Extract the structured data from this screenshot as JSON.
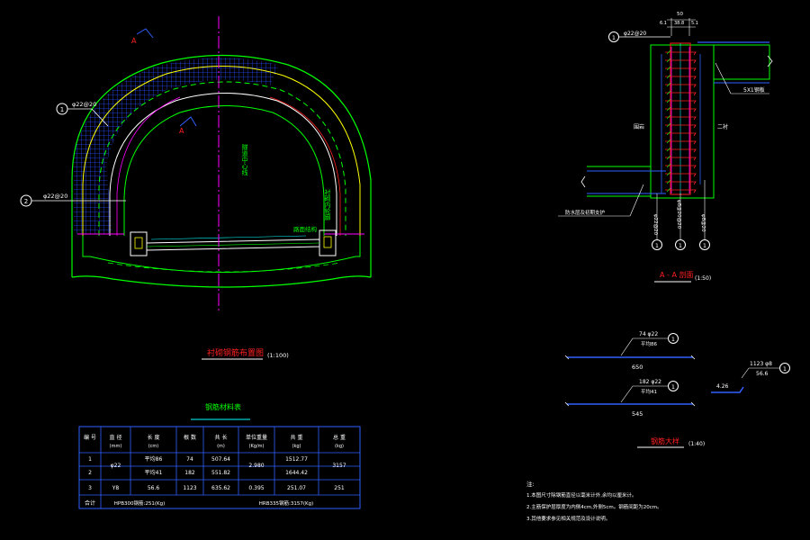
{
  "left_view": {
    "title": "衬砌钢筋布置图",
    "scale": "(1:100)",
    "callout1": {
      "num": "1",
      "label": "φ22@20"
    },
    "callout2": {
      "num": "2",
      "label": "φ22@20"
    },
    "section_mark_top": "A",
    "section_mark_mid": "A",
    "center_note": "隧道中心线",
    "right_note": "衬砌内轮廓",
    "road_note": "路面结构"
  },
  "section_view": {
    "title": "A - A 剖面",
    "scale": "(1:50)",
    "dim_top": "50",
    "dim_a": "6.1",
    "dim_b": "38.8",
    "dim_c": "5.1",
    "callout": "φ22@20",
    "label_left": "围岩",
    "label_right": "二衬",
    "label_box": "5X1钢板",
    "label_bottom": "防水层及初期支护",
    "bar_labels": [
      "φ22@20",
      "φ8@20@20",
      "φ8@20"
    ],
    "bar_nums": [
      "1",
      "1",
      "1"
    ]
  },
  "rebar_detail": {
    "title": "钢筋大样",
    "scale": "(1:40)",
    "bar1": {
      "top": "74 φ22",
      "sub": "平均86",
      "len": "650",
      "num": "1"
    },
    "bar2": {
      "top": "182 φ22",
      "sub": "平均41",
      "len": "545",
      "num": "1"
    },
    "bar3": {
      "top": "1123 φ8",
      "sub": "56.6",
      "hook": "4.26",
      "num": "1"
    }
  },
  "table": {
    "title": "钢筋材料表",
    "headers": [
      [
        "编 号",
        ""
      ],
      [
        "直 径",
        "(mm)"
      ],
      [
        "长 度",
        "(cm)"
      ],
      [
        "根 数",
        ""
      ],
      [
        "共 长",
        "(m)"
      ],
      [
        "单位重量",
        "(Kg/m)"
      ],
      [
        "共 重",
        "(kg)"
      ],
      [
        "总 重",
        "(kg)"
      ]
    ],
    "rows": [
      [
        "1",
        "φ22",
        "平均86",
        "74",
        "507.64",
        "2.980",
        "1512.77",
        "3157"
      ],
      [
        "2",
        "",
        "平均41",
        "182",
        "551.82",
        "",
        "1644.42",
        ""
      ],
      [
        "3",
        "Y8",
        "56.6",
        "1123",
        "635.62",
        "0.395",
        "251.07",
        "251"
      ]
    ],
    "total_label": "合计",
    "total_hpb": "HPB300钢筋:251(Kg)",
    "total_hrb": "HRB335钢筋:3157(Kg)"
  },
  "notes": {
    "title": "注:",
    "lines": [
      "1.本图尺寸除钢筋直径以毫米计外,余均以厘米计。",
      "2.主筋保护层厚度为内侧4cm,外侧5cm。钢筋间距为20cm。",
      "3.其他要求参见相关规范及设计说明。"
    ]
  },
  "colors": {
    "background": "#000000",
    "cyan": "#00ffff",
    "green": "#00ff00",
    "yellow": "#ffff00",
    "magenta": "#ff00ff",
    "red": "#ff2020",
    "blue": "#2040ff",
    "white": "#ffffff"
  }
}
